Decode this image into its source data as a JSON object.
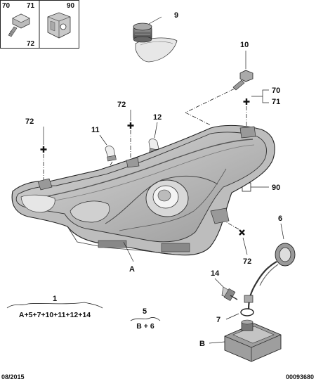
{
  "inset": {
    "labels": [
      "70",
      "71",
      "72",
      "90"
    ]
  },
  "callouts": {
    "p9": "9",
    "p10": "10",
    "p70": "70",
    "p71": "71",
    "p72a": "72",
    "p72b": "72",
    "p72c": "72",
    "p11": "11",
    "p12": "12",
    "p90": "90",
    "p6": "6",
    "pA": "A",
    "p14": "14",
    "p7": "7",
    "pB": "B",
    "p1": "1",
    "p5": "5"
  },
  "formulas": {
    "assembly_1": "A+5+7+10+11+12+14",
    "assembly_5": "B + 6"
  },
  "footer": {
    "date": "08/2015",
    "reference": "00093680"
  }
}
